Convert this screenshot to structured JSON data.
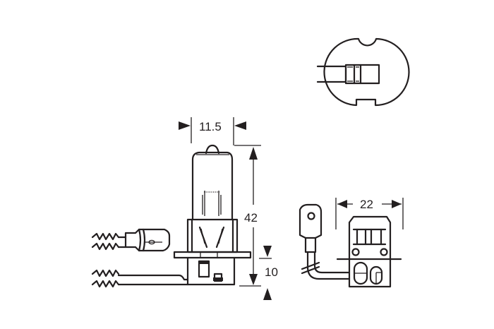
{
  "diagram": {
    "subject": "H3 halogen bulb technical drawing",
    "colors": {
      "line": "#231f20",
      "background": "#ffffff"
    },
    "dimensions": {
      "bulb_width": {
        "label": "11.5"
      },
      "overall_height": {
        "label": "42"
      },
      "base_height": {
        "label": "10"
      },
      "connector_width": {
        "label": "22"
      }
    },
    "views": [
      {
        "name": "top-view",
        "description": "Circular flange with connector, viewed from above"
      },
      {
        "name": "side-view",
        "description": "Bulb side elevation with flange and leads"
      },
      {
        "name": "connector-view",
        "description": "Connector end view with ring terminal"
      }
    ]
  }
}
